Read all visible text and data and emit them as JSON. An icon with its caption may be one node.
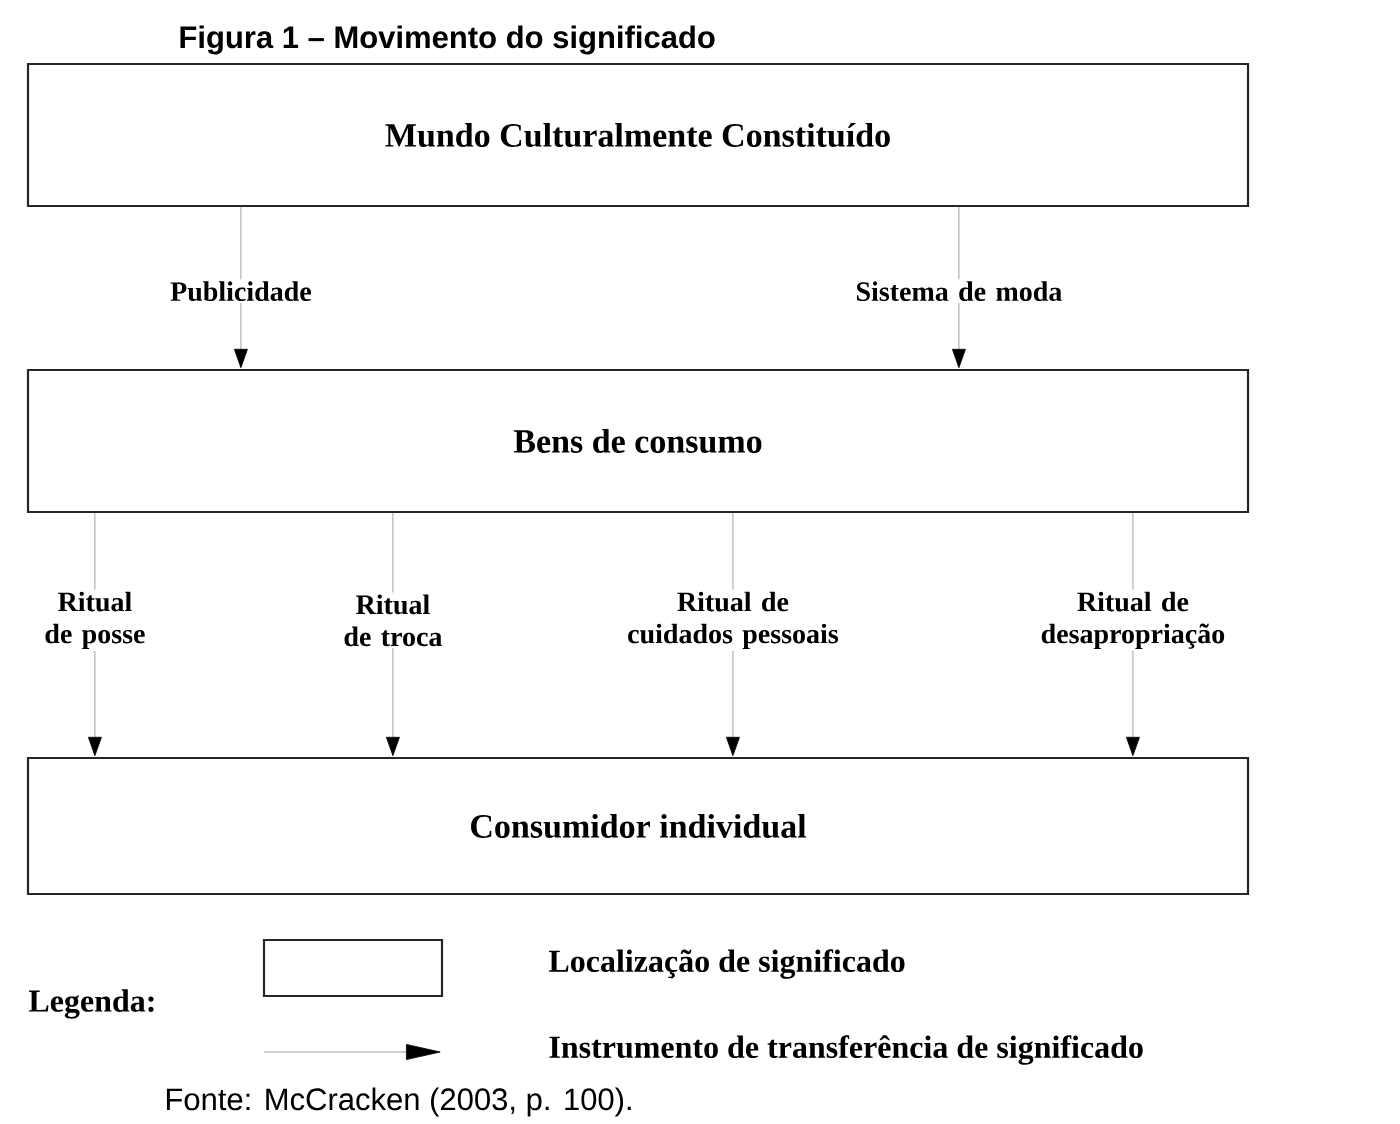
{
  "diagram": {
    "title": "Figura 1 – Movimento do significado",
    "caption": "Fonte: McCracken (2003, p. 100).",
    "nodes": [
      {
        "text": [
          "Mundo Culturalmente Constituído"
        ]
      },
      {
        "text": [
          "Bens de consumo"
        ]
      },
      {
        "text": [
          "Consumidor individual"
        ]
      }
    ],
    "edges": [
      {
        "from": 0,
        "to": 1,
        "arrow": "to",
        "label": "Publicidade"
      },
      {
        "from": 0,
        "to": 1,
        "arrow": "to",
        "label": "Sistema de moda"
      },
      {
        "from": 1,
        "to": 2,
        "arrow": "to",
        "label": "Ritual de posse"
      },
      {
        "from": 1,
        "to": 2,
        "arrow": "to",
        "label": "Ritual de troca"
      },
      {
        "from": 1,
        "to": 2,
        "arrow": "to",
        "label": "Ritual de cuidados pessoais"
      },
      {
        "from": 1,
        "to": 2,
        "arrow": "to",
        "label": "Ritual de desapropriação"
      }
    ],
    "labels": [
      "Legenda:"
    ],
    "legend": [
      {
        "text": "Localização de significado"
      },
      {
        "text": "Instrumento de transferência de significado"
      }
    ]
  }
}
